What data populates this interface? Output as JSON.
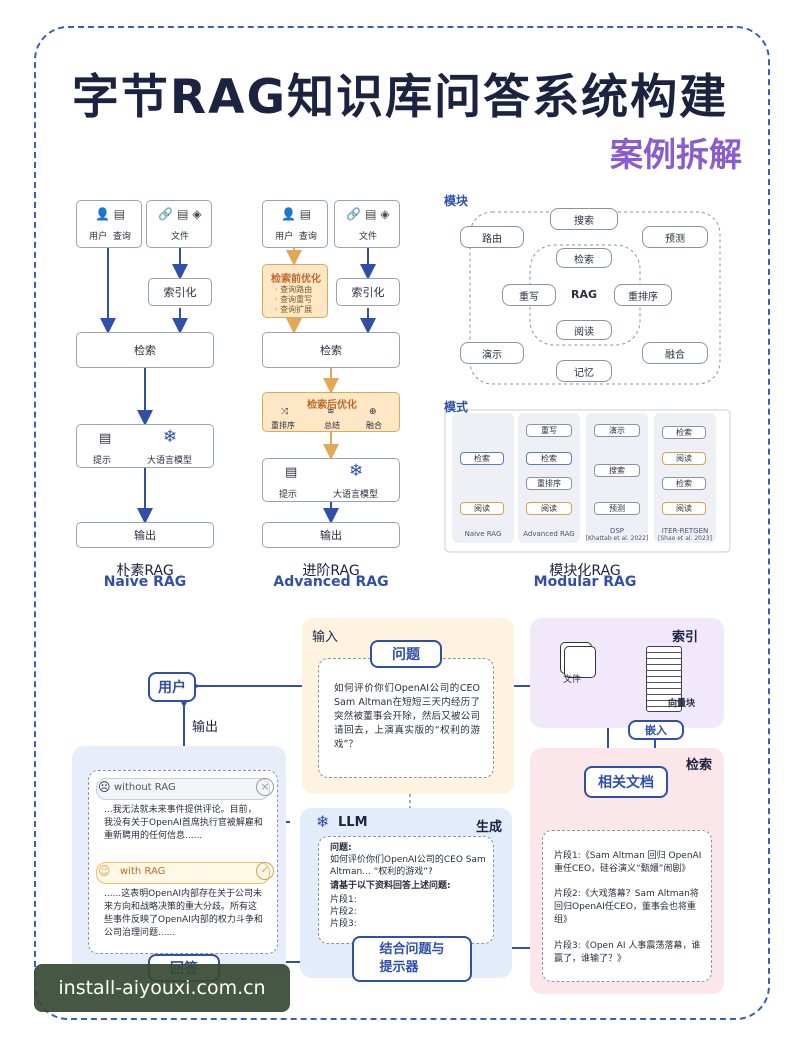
{
  "title": "字节RAG知识库问答系统构建",
  "subtitle": "案例拆解",
  "naive": {
    "user": "用户",
    "query": "查询",
    "file": "文件",
    "index": "索引化",
    "retrieve": "检索",
    "prompt": "提示",
    "llm": "大语言模型",
    "output": "输出",
    "caption_cn": "朴素RAG",
    "caption_en": "Naive RAG"
  },
  "advanced": {
    "user": "用户",
    "query": "查询",
    "file": "文件",
    "pre_title": "检索前优化",
    "pre_items": [
      "· 查询路由",
      "· 查询重写",
      "· 查询扩展"
    ],
    "index": "索引化",
    "retrieve": "检索",
    "post_title": "检索后优化",
    "post_items": [
      "重排序",
      "总结",
      "融合"
    ],
    "prompt": "提示",
    "llm": "大语言模型",
    "output": "输出",
    "caption_cn": "进阶RAG",
    "caption_en": "Advanced RAG"
  },
  "modular": {
    "module_label": "模块",
    "pattern_label": "模式",
    "modules": {
      "search": "搜索",
      "routing": "路由",
      "predict": "预测",
      "retrieve": "检索",
      "rewrite": "重写",
      "rag": "RAG",
      "rerank": "重排序",
      "read": "阅读",
      "demo": "演示",
      "fusion": "融合",
      "memory": "记忆"
    },
    "patterns": [
      {
        "name": "Naive RAG",
        "sub": "",
        "items": [
          "检索",
          "阅读"
        ]
      },
      {
        "name": "Advanced RAG",
        "sub": "",
        "items": [
          "重写",
          "检索",
          "重排序",
          "阅读"
        ]
      },
      {
        "name": "DSP",
        "sub": "[Khattab et al. 2022]",
        "items": [
          "演示",
          "搜索",
          "预测"
        ]
      },
      {
        "name": "ITER-RETGEN",
        "sub": "[Shao et al. 2023]",
        "items": [
          "检索",
          "阅读",
          "检索",
          "阅读"
        ]
      }
    ],
    "caption_cn": "模块化RAG",
    "caption_en": "Modular RAG"
  },
  "flow": {
    "input_label": "输入",
    "question": "问题",
    "question_text": "如何评价你们OpenAI公司的CEO Sam Altman在短短三天内经历了突然被董事会开除，然后又被公司请回去，上演真实版的“权利的游戏”？",
    "user": "用户",
    "output_label": "输出",
    "index_label": "索引",
    "file_label": "文件",
    "chunk_label": "向量块",
    "embed": "嵌入",
    "retrieve_label": "检索",
    "related_docs": "相关文档",
    "chunks": [
      "片段1:《Sam Altman 回归 OpenAI 重任CEO，硅谷演义“甄嬛”闹剧》",
      "片段2:《大戏落幕？Sam Altman将回归OpenAI任CEO，董事会也将重组》",
      "片段3:《Open AI 人事震荡落幕，谁赢了，谁输了？》"
    ],
    "generate_label": "生成",
    "llm": "LLM",
    "gen_q_title": "问题:",
    "gen_q_text": "如何评价你们OpenAI公司的CEO Sam Altman... “权利的游戏”?",
    "gen_instr": "请基于以下资料回答上述问题:",
    "gen_chunks": [
      "片段1:",
      "片段2:",
      "片段3:"
    ],
    "combine": "结合问题与\n提示器",
    "without_rag": "without RAG",
    "without_text": "...我无法就未来事件提供评论。目前，我没有关于OpenAI首席执行官被解雇和重新聘用的任何信息......",
    "with_rag": "with RAG",
    "with_text": "......这表明OpenAI内部存在关于公司未来方向和战略决策的重大分歧。所有这些事件反映了OpenAI内部的权力斗争和公司治理问题......",
    "answer": "回答"
  },
  "watermark": "install-aiyouxi.com.cn"
}
